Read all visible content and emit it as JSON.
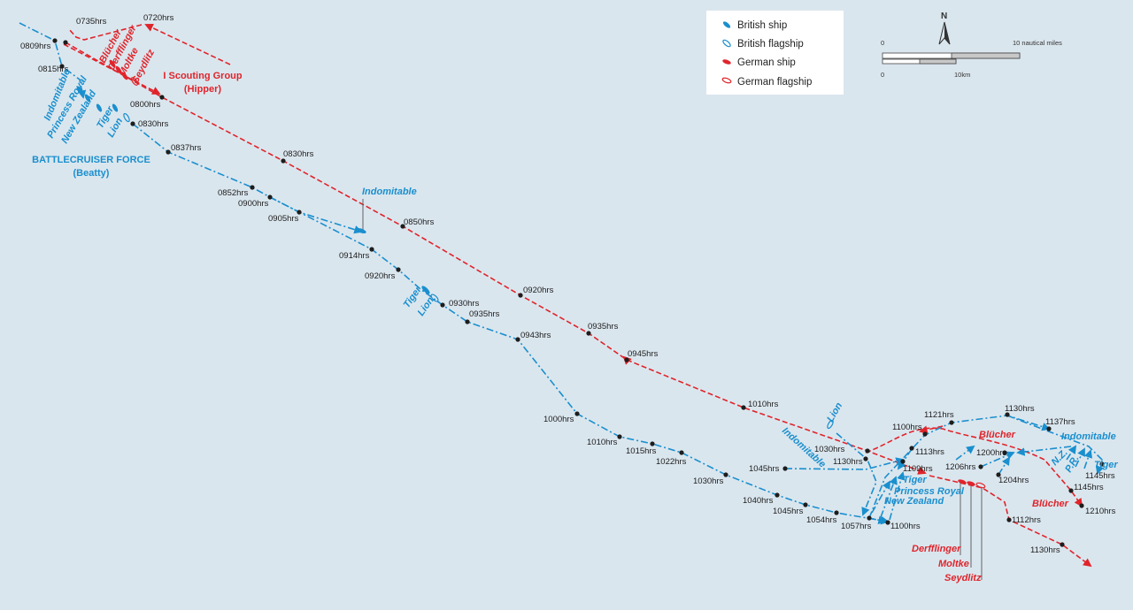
{
  "colors": {
    "sea": "#dae6ee",
    "british": "#1a8fce",
    "german": "#e0242b",
    "dot": "#1d1d1d"
  },
  "legend": {
    "british_ship": "British ship",
    "british_flagship": "British flagship",
    "german_ship": "German ship",
    "german_flagship": "German flagship"
  },
  "scale": {
    "top_zero": "0",
    "top_max": "10 nautical miles",
    "bottom_zero": "0",
    "bottom_max": "10km",
    "north": "N"
  },
  "forces": {
    "british": {
      "name": "BATTLECRUISER FORCE",
      "commander": "(Beatty)"
    },
    "german": {
      "name": "I Scouting Group",
      "commander": "(Hipper)"
    }
  },
  "ship_labels": {
    "indomitable": "Indomitable",
    "princess_royal": "Princess Royal",
    "new_zealand": "New Zealand",
    "tiger": "Tiger",
    "lion": "Lion",
    "blucher": "Blücher",
    "derfflinger": "Derfflinger",
    "moltke": "Moltke",
    "seydlitz": "Seydlitz",
    "nz_short": "N.Z.",
    "pr_short": "P.R."
  },
  "time_labels": {
    "t0735": "0735hrs",
    "t0720": "0720hrs",
    "t0809": "0809hrs",
    "t0815": "0815hrs",
    "t0800": "0800hrs",
    "t0830b": "0830hrs",
    "t0837": "0837hrs",
    "t0830r": "0830hrs",
    "t0852": "0852hrs",
    "t0900": "0900hrs",
    "t0905": "0905hrs",
    "t0850": "0850hrs",
    "t0914": "0914hrs",
    "t0920b": "0920hrs",
    "t0930": "0930hrs",
    "t0935b": "0935hrs",
    "t0943": "0943hrs",
    "t0920r": "0920hrs",
    "t0935r": "0935hrs",
    "t0945": "0945hrs",
    "t1000": "1000hrs",
    "t1010b": "1010hrs",
    "t1015": "1015hrs",
    "t1022": "1022hrs",
    "t1030b": "1030hrs",
    "t1010r": "1010hrs",
    "t1040": "1040hrs",
    "t1045a": "1045hrs",
    "t1045b": "1045hrs",
    "t1054": "1054hrs",
    "t1057": "1057hrs",
    "t1100a": "1100hrs",
    "t1030r": "1030hrs",
    "t1130a": "1130hrs",
    "t1109": "1109hrs",
    "t1113": "1113hrs",
    "t1100b": "1100hrs",
    "t1121": "1121hrs",
    "t1130b": "1130hrs",
    "t1137": "1137hrs",
    "t1206": "1206hrs",
    "t1200": "1200hrs",
    "t1204": "1204hrs",
    "t1145a": "1145hrs",
    "t1145b": "1145hrs",
    "t1210": "1210hrs",
    "t1112": "1112hrs",
    "t1130c": "1130hrs"
  }
}
